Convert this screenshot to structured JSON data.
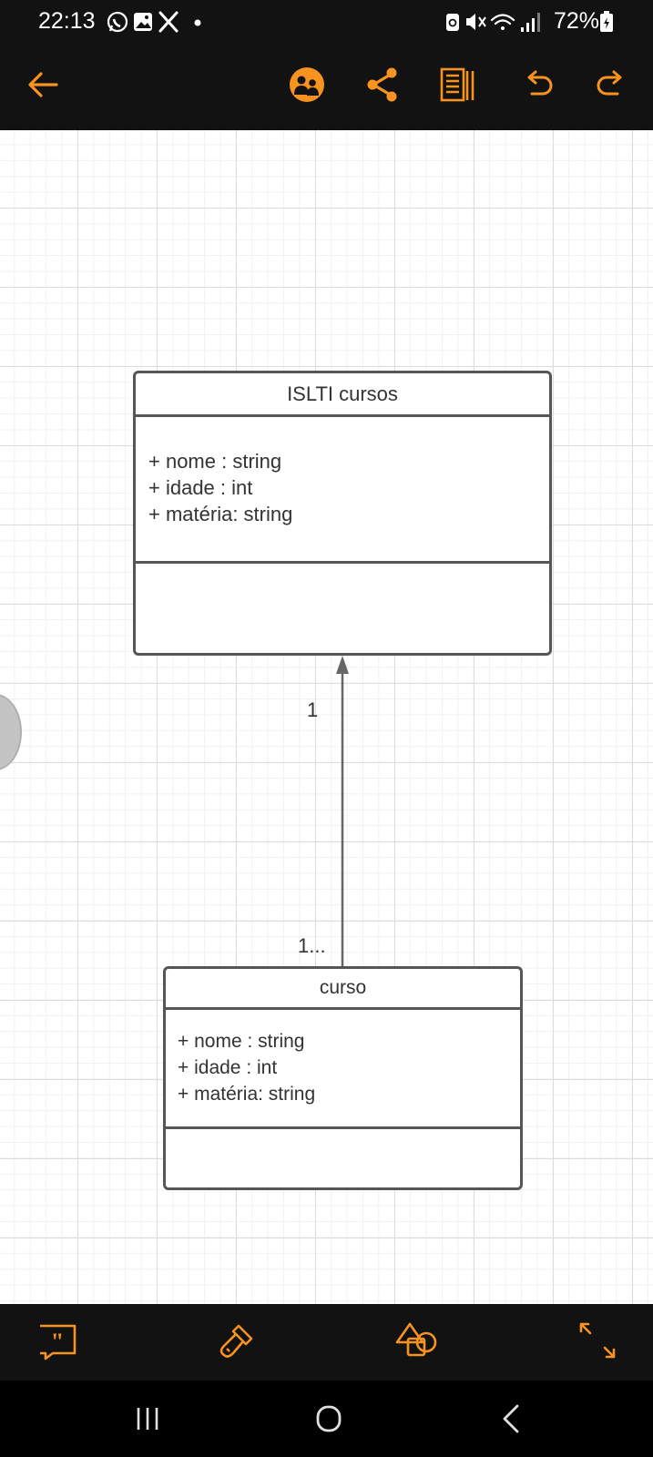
{
  "status_bar": {
    "time": "22:13",
    "battery_percent": "72%",
    "left_icons": [
      "whatsapp-icon",
      "gallery-icon",
      "x-icon",
      "dot-icon"
    ],
    "right_icons": [
      "data-saver-icon",
      "mute-icon",
      "wifi-icon",
      "signal-icon",
      "battery-icon"
    ]
  },
  "toolbar": {
    "accent_color": "#F7931E",
    "icons": [
      "back-arrow-icon",
      "collaborators-icon",
      "share-icon",
      "page-settings-icon",
      "undo-icon",
      "redo-icon"
    ]
  },
  "diagram": {
    "class_top": {
      "title": "ISLTI cursos",
      "attributes": [
        "+ nome : string",
        "+ idade : int",
        "+ matéria: string"
      ]
    },
    "class_bottom": {
      "title": "curso",
      "attributes": [
        "+ nome : string",
        "+ idade : int",
        "+ matéria: string"
      ]
    },
    "association": {
      "multiplicity_top": "1",
      "multiplicity_bottom": "1..."
    }
  },
  "bottom_toolbar": {
    "icons": [
      "quote-icon",
      "format-brush-icon",
      "shapes-icon",
      "expand-icon"
    ]
  },
  "system_nav": {
    "icons": [
      "recent-apps-icon",
      "home-icon",
      "back-icon"
    ]
  }
}
